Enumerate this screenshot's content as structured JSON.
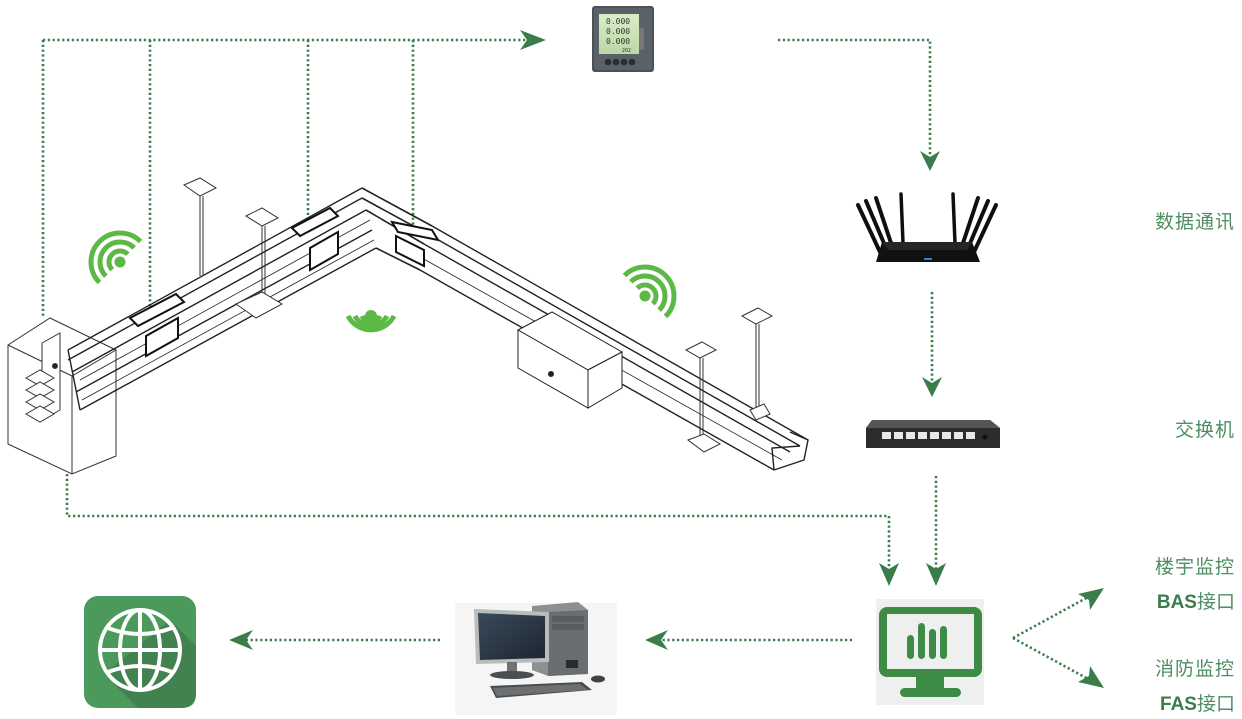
{
  "colors": {
    "accent": "#3a8a4c",
    "connector": "#3a7d4a",
    "wifi": "#5db946",
    "globe_bg": "#4b9a5c",
    "globe_shadow": "#3f7e4d",
    "monitor_icon": "#3e8b45",
    "label": "#4f8e63"
  },
  "devices": {
    "power_meter": {
      "name": "power-meter",
      "display_rows": [
        "0.000",
        "0.000",
        "0.000"
      ],
      "display_footer": "202"
    },
    "router": {
      "name": "router"
    },
    "switch": {
      "name": "network-switch"
    },
    "monitor_platform": {
      "name": "monitoring-platform"
    },
    "workstation": {
      "name": "desktop-computer"
    },
    "cloud": {
      "name": "internet-globe"
    }
  },
  "labels": {
    "data_comm": "数据通讯",
    "switch": "交换机",
    "bas_title": "楼宇监控",
    "bas_prefix": "BAS",
    "bas_suffix": "接口",
    "fas_title": "消防监控",
    "fas_prefix": "FAS",
    "fas_suffix": "接口"
  },
  "icons": {
    "wifi": "wifi-icon",
    "globe": "globe-icon",
    "chart": "bar-chart-icon",
    "arrow": "arrow-head-icon"
  }
}
